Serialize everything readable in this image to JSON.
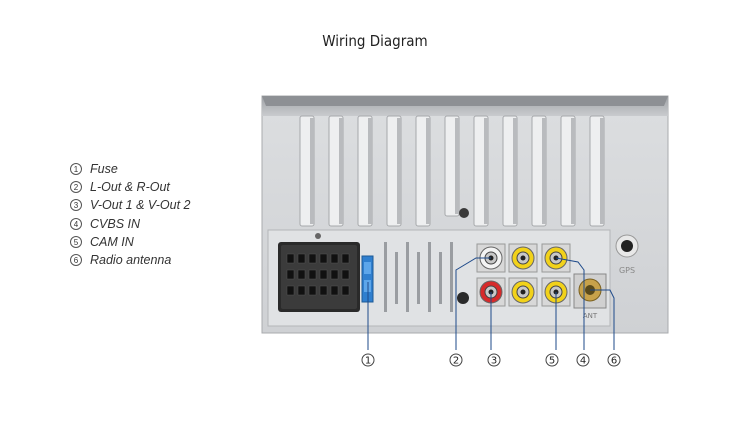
{
  "title": "Wiring Diagram",
  "legend": [
    {
      "num": "1",
      "label": "Fuse"
    },
    {
      "num": "2",
      "label": "L-Out & R-Out"
    },
    {
      "num": "3",
      "label": "V-Out 1 & V-Out 2"
    },
    {
      "num": "4",
      "label": "CVBS IN"
    },
    {
      "num": "5",
      "label": "CAM IN"
    },
    {
      "num": "6",
      "label": "Radio antenna"
    }
  ],
  "callouts": [
    "1",
    "2",
    "3",
    "5",
    "4",
    "6"
  ],
  "port_labels": {
    "gps": "GPS",
    "ant": "ANT"
  },
  "colors": {
    "panel": "#d6d8db",
    "panel_top": "#b7b9bc",
    "rca_yellow": "#f2d21a",
    "rca_red": "#d62a2a",
    "rca_white": "#f4f4f4",
    "fuse_blue": "#2f7fcf",
    "leader_line": "#1e4a8a"
  }
}
